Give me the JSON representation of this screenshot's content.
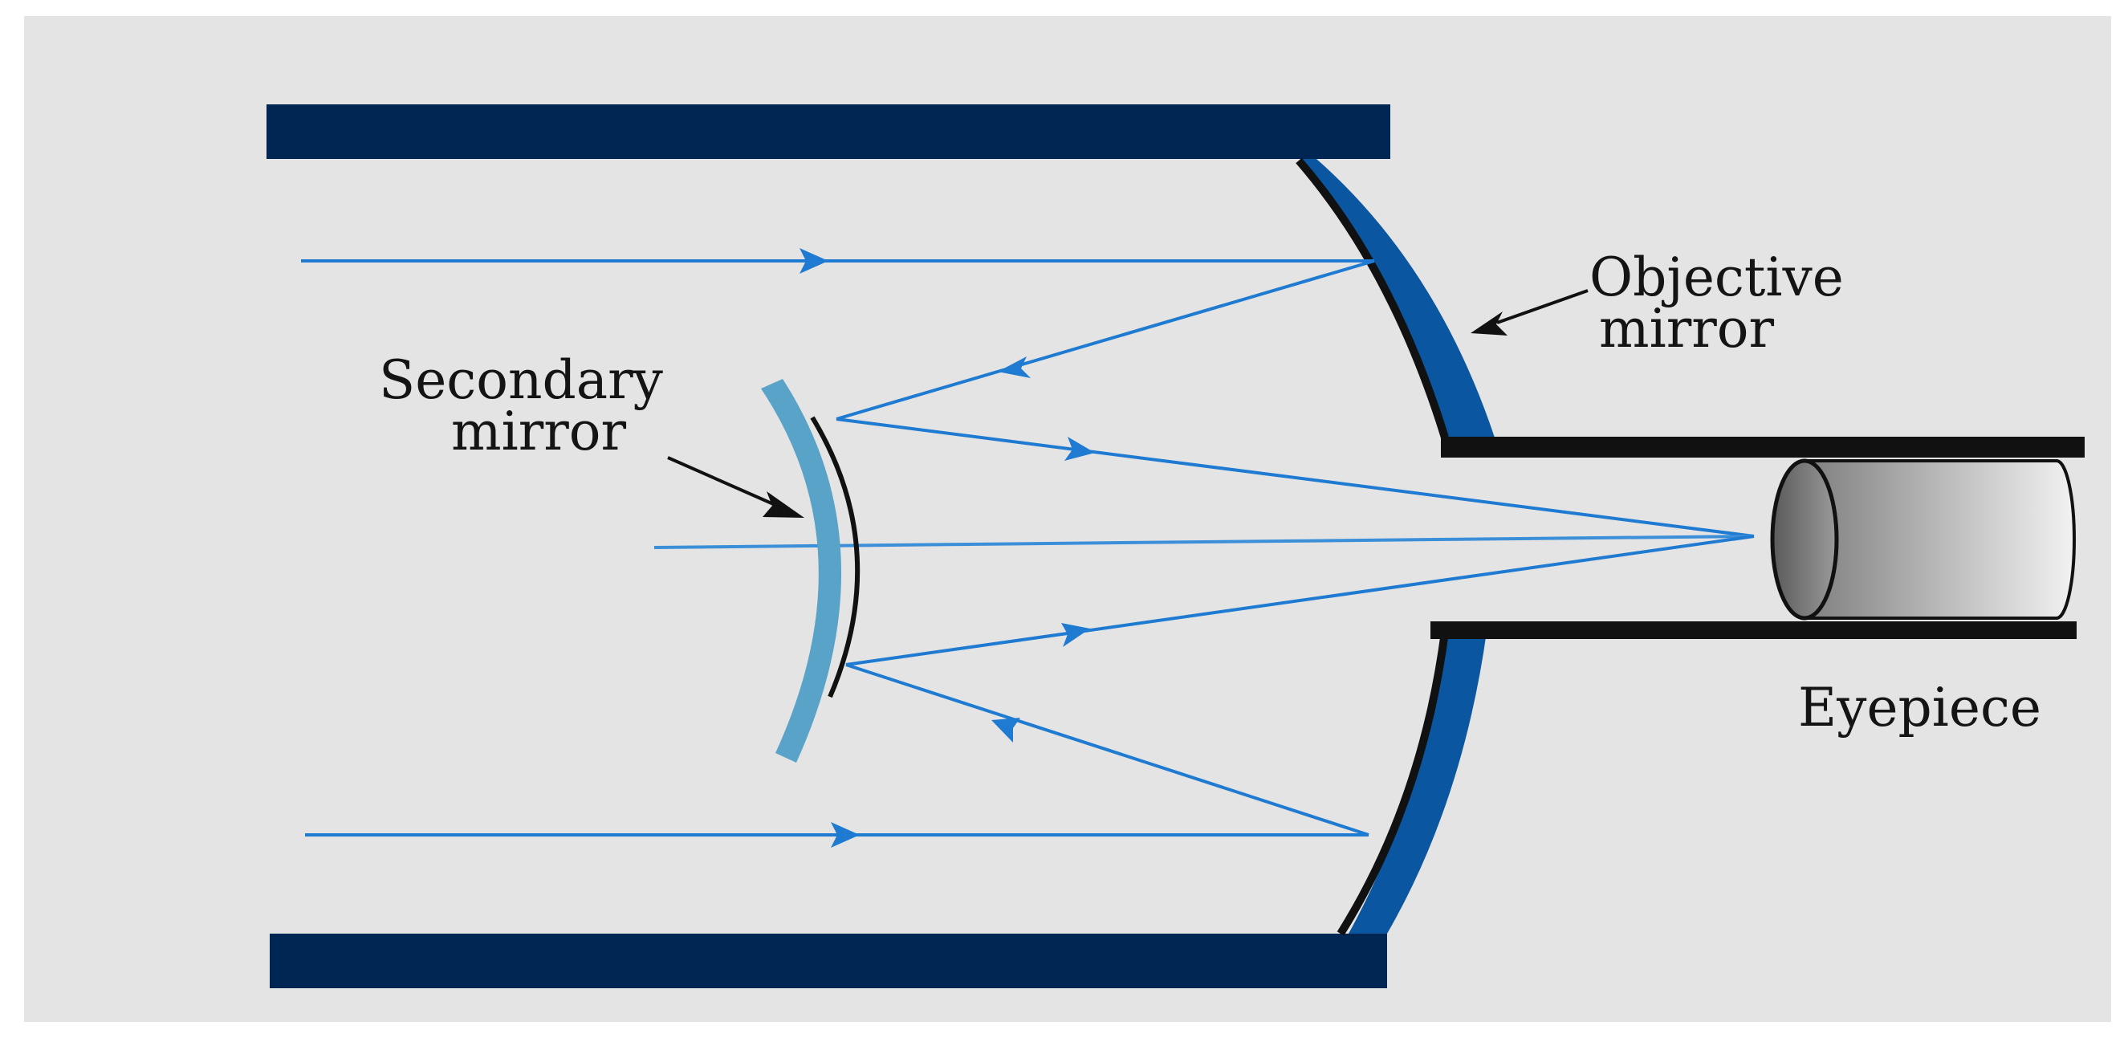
{
  "labels": {
    "secondary_mirror": [
      "Secondary",
      "mirror"
    ],
    "objective_mirror": [
      "Objective",
      "mirror"
    ],
    "eyepiece": "Eyepiece"
  },
  "colors": {
    "background": "#e4e4e4",
    "tube": "#002654",
    "objective_mirror": "#0b56a0",
    "secondary_mirror": "#5aa3c8",
    "ray": "#1f7bd2",
    "mirror_backing": "#111111",
    "leader_line": "#111111"
  }
}
